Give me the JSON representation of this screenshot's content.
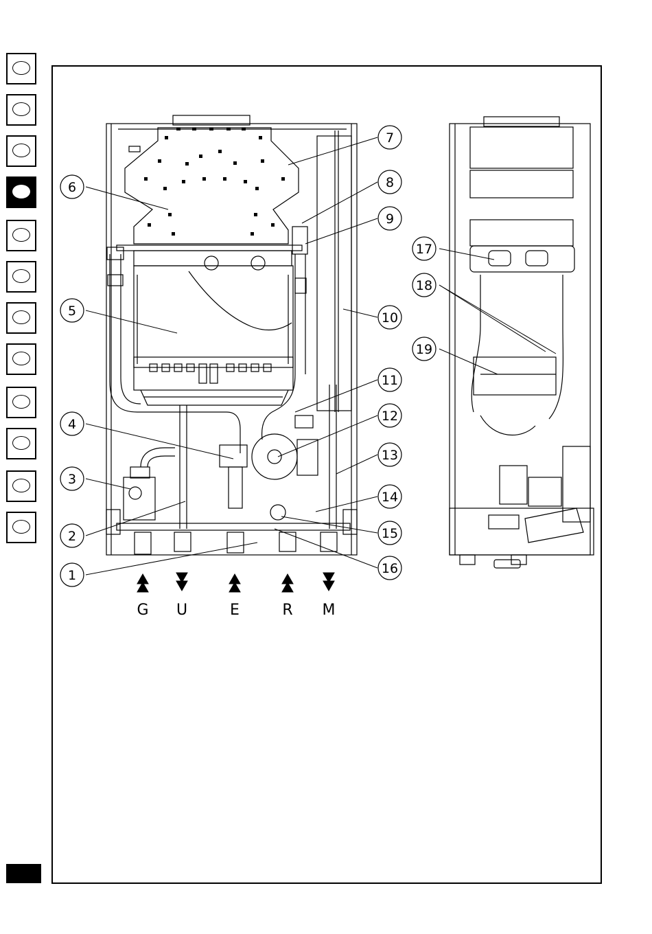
{
  "side_tabs": {
    "count": 12,
    "active_index": 3
  },
  "callouts": {
    "c1": "1",
    "c2": "2",
    "c3": "3",
    "c4": "4",
    "c5": "5",
    "c6": "6",
    "c7": "7",
    "c8": "8",
    "c9": "9",
    "c10": "10",
    "c11": "11",
    "c12": "12",
    "c13": "13",
    "c14": "14",
    "c15": "15",
    "c16": "16",
    "c17": "17",
    "c18": "18",
    "c19": "19"
  },
  "ports": {
    "g": "G",
    "u": "U",
    "e": "E",
    "r": "R",
    "m": "M"
  },
  "colors": {
    "ink": "#000000",
    "paper": "#ffffff"
  }
}
